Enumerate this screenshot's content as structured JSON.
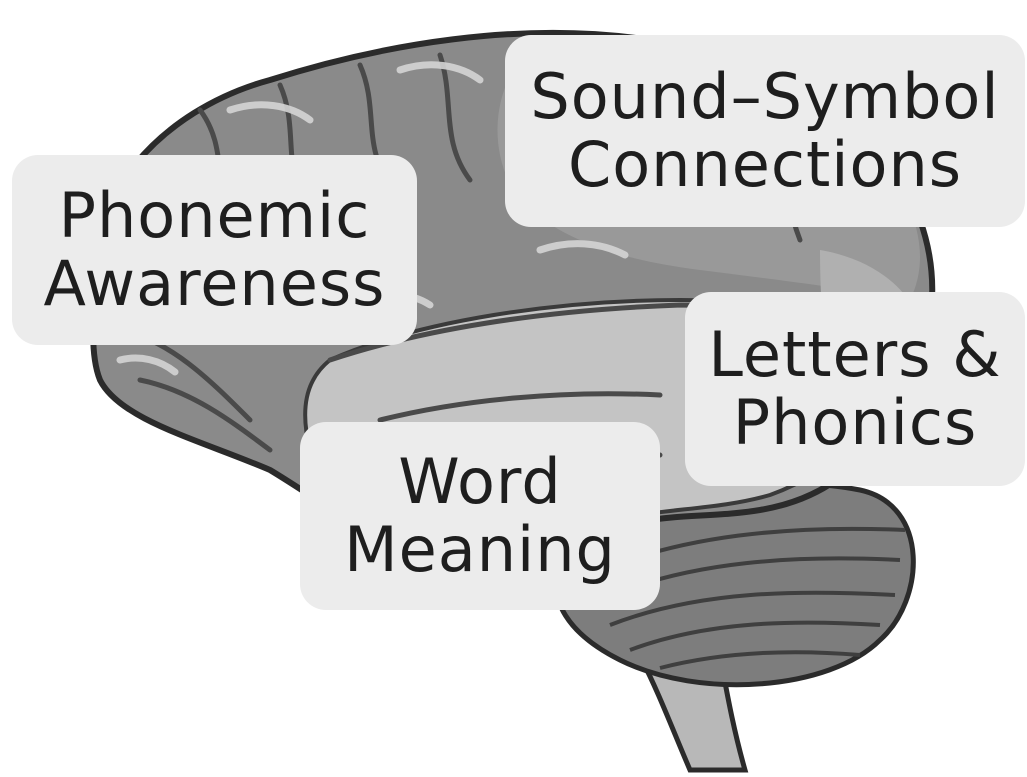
{
  "labels": {
    "phonemic_awareness": {
      "line1": "Phonemic",
      "line2": "Awareness"
    },
    "sound_symbol": {
      "line1": "Sound–Symbol",
      "line2": "Connections"
    },
    "letters_phonics": {
      "line1": "Letters &",
      "line2": "Phonics"
    },
    "word_meaning": {
      "line1": "Word",
      "line2": "Meaning"
    }
  },
  "colors": {
    "background": "#ffffff",
    "label_fill": "#ececec",
    "label_text": "#1e1e1e",
    "outline": "#2b2b2b",
    "frontal_lobe": "#8a8a8a",
    "parietal_lobe": "#999999",
    "temporal_lobe": "#c4c4c4",
    "occipital_lobe": "#b0b0b0",
    "cerebellum": "#7d7d7d",
    "brainstem": "#b8b8b8",
    "fold_highlight": "#d4d4d4",
    "sulcus": "#4a4a4a"
  },
  "icon": "brain-illustration"
}
